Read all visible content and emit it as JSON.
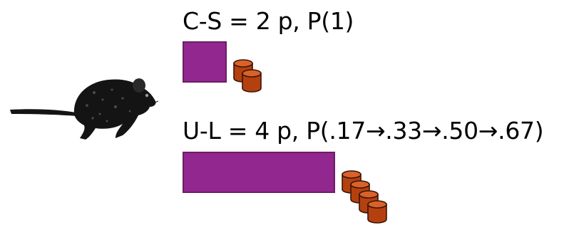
{
  "options": [
    {
      "label": "C-S = 2 p, P(1)",
      "pellets": 2
    },
    {
      "label": "U-L = 4 p, P(.17→.33→.50→.67)",
      "pellets": 4
    }
  ],
  "colors": {
    "bar_fill": "#92278f",
    "bar_border": "#6b1e63",
    "pellet_body": "#b5400f",
    "pellet_top": "#d9622a",
    "pellet_outline": "#3a1405",
    "rat": "#141414"
  },
  "icons": {
    "animal": "rat-icon",
    "reward": "food-pellet-icon"
  }
}
